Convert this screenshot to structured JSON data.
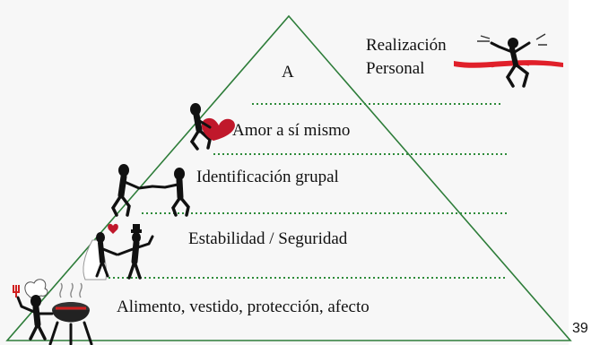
{
  "diagram": {
    "apex_label": "A",
    "levels": [
      {
        "label": "Realización Personal",
        "icon": "runner-finish-line-icon"
      },
      {
        "label": "Amor a sí mismo",
        "icon": "person-with-heart-icon"
      },
      {
        "label": "Identificación grupal",
        "icon": "handshake-people-icon"
      },
      {
        "label": "Estabilidad / Seguridad",
        "icon": "wedding-couple-icon"
      },
      {
        "label": "Alimento, vestido, protección, afecto",
        "icon": "chef-barbecue-icon"
      }
    ]
  },
  "page_number": "39",
  "colors": {
    "outline": "#2e7d3a",
    "dotted_line": "#2e8b3a",
    "heart": "#c0182b",
    "ribbon": "#e0202a",
    "figure": "#111111",
    "background": "#f7f7f7"
  }
}
